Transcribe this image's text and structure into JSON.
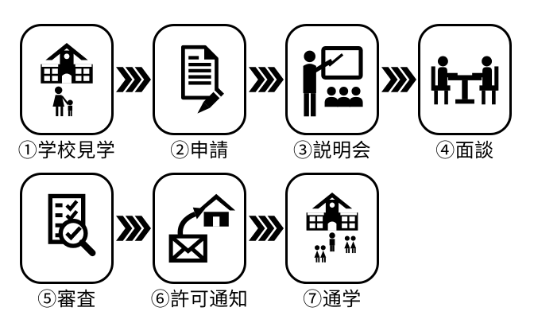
{
  "colors": {
    "ink": "#000000",
    "background": "#ffffff"
  },
  "arrow": {
    "icon": "triple-chevron-right-icon"
  },
  "steps": [
    {
      "label": "①学校見学",
      "icon": "school-visit-icon"
    },
    {
      "label": "②申請",
      "icon": "application-document-pencil-icon"
    },
    {
      "label": "③説明会",
      "icon": "information-session-icon"
    },
    {
      "label": "④面談",
      "icon": "interview-table-icon"
    },
    {
      "label": "⑤審査",
      "icon": "screening-checklist-magnifier-icon"
    },
    {
      "label": "⑥許可通知",
      "icon": "permission-notice-mail-house-icon"
    },
    {
      "label": "⑦通学",
      "icon": "attending-school-icon"
    }
  ]
}
